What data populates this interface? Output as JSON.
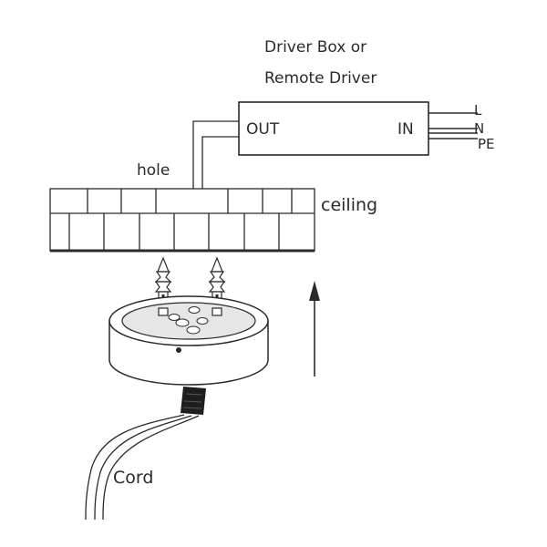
{
  "labels": {
    "driver_box_line1": "Driver Box or",
    "driver_box_line2": "Remote Driver",
    "out": "OUT",
    "in": "IN",
    "l": "L",
    "n": "N",
    "pe": "PE",
    "hole": "hole",
    "ceiling": "ceiling",
    "cord": "Cord"
  },
  "colors": {
    "line": "#2a2a2a",
    "text": "#2a2a2a",
    "cord_sleeve": "#1e1e1e",
    "canopy_shade": "#e6e6e6"
  }
}
